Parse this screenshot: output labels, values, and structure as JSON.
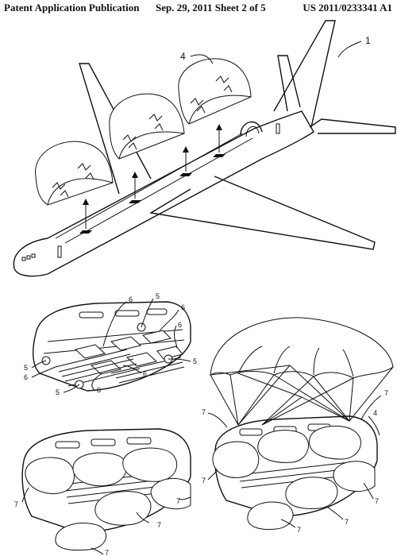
{
  "header": {
    "left": "Patent Application Publication",
    "middle": "Sep. 29, 2011   Sheet 2 of 5",
    "right": "US 2011/0233341 A1"
  },
  "figure_labels": {
    "aircraft": "1",
    "module": "4",
    "fastener": "5",
    "plate": "6",
    "cushion": "7"
  }
}
